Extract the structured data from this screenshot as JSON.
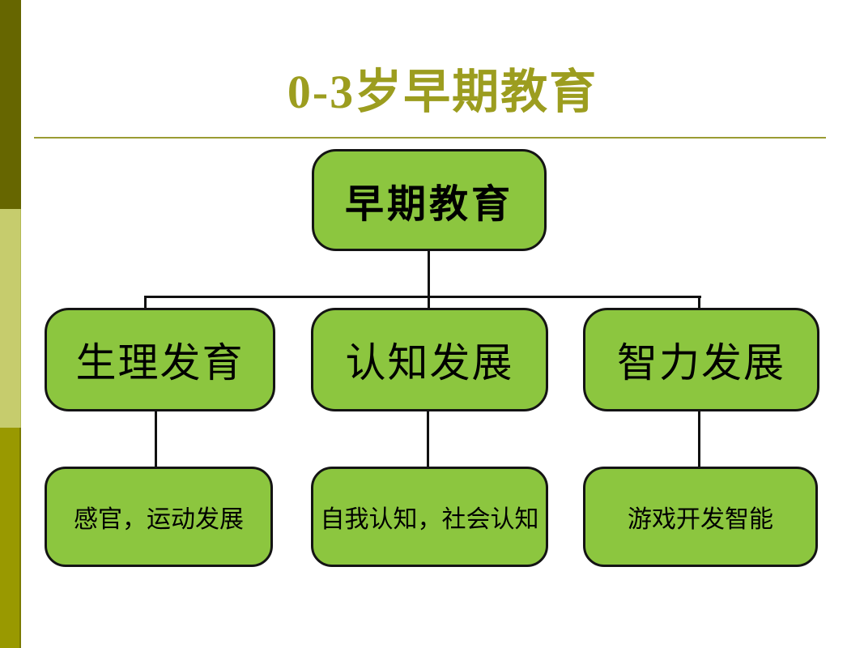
{
  "slide": {
    "title": "0-3岁早期教育",
    "colors": {
      "title_text": "#9c9d1f",
      "title_rule": "#9a9b33",
      "node_fill": "#8cc63f",
      "node_border": "#141414",
      "connector": "#111111",
      "stripe_top": "#666600",
      "stripe_middle": "#c6cc6d",
      "stripe_bottom": "#999900",
      "background": "#ffffff"
    }
  },
  "chart_data": {
    "type": "diagram-tree",
    "title": "0-3岁早期教育",
    "root": {
      "label": "早期教育"
    },
    "branches": [
      {
        "label": "生理发育",
        "detail": "感官，运动发展"
      },
      {
        "label": "认知发展",
        "detail": "自我认知，社会认知"
      },
      {
        "label": "智力发展",
        "detail": "游戏开发智能"
      }
    ]
  }
}
